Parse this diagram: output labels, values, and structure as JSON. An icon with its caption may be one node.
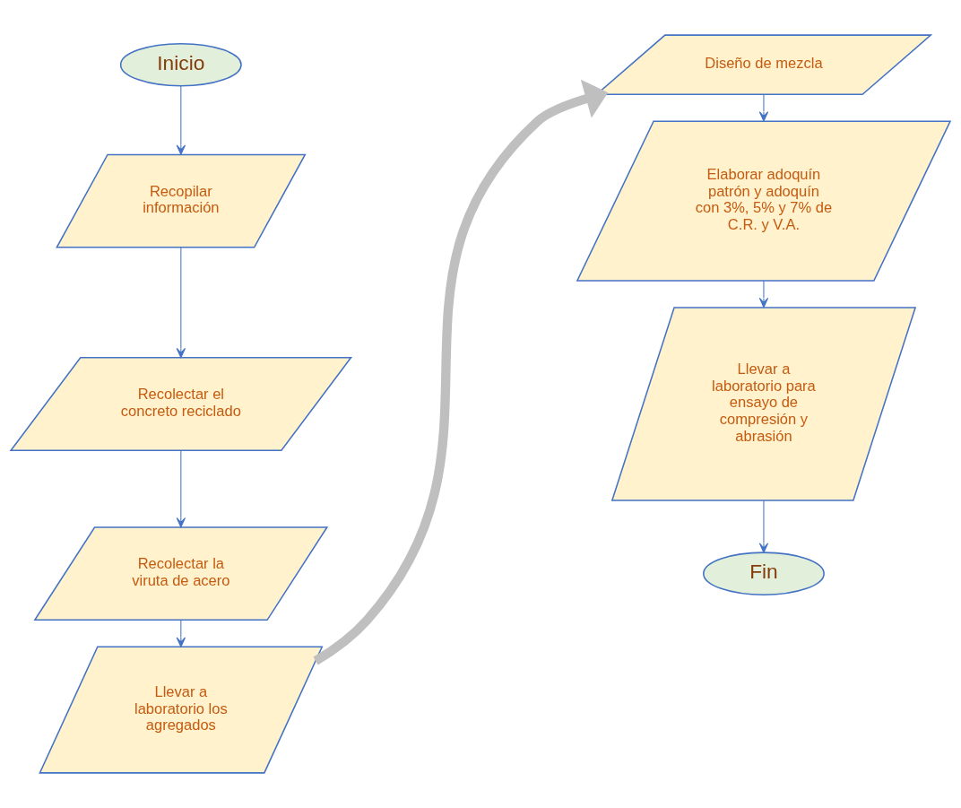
{
  "diagram": {
    "nodes": [
      {
        "text": [
          "Inicio"
        ]
      },
      {
        "text": [
          "Recopilar información"
        ]
      },
      {
        "text": [
          "Recolectar el concreto reciclado"
        ]
      },
      {
        "text": [
          "Recolectar la viruta de acero"
        ]
      },
      {
        "text": [
          "Llevar a laboratorio los agregados"
        ]
      },
      {
        "text": [
          "Diseño de mezcla"
        ]
      },
      {
        "text": [
          "Elaborar adoquín patrón y adoquín con 3%, 5% y 7% de C.R. y V.A."
        ]
      },
      {
        "text": [
          "Llevar a laboratorio para ensayo de compresión y abrasión"
        ]
      },
      {
        "text": [
          "Fin"
        ]
      }
    ],
    "edges": [
      {
        "from": 0,
        "to": 1,
        "arrow": "to"
      },
      {
        "from": 1,
        "to": 2,
        "arrow": "to"
      },
      {
        "from": 2,
        "to": 3,
        "arrow": "to"
      },
      {
        "from": 3,
        "to": 4,
        "arrow": "to"
      },
      {
        "from": 4,
        "to": 5,
        "arrow": "to",
        "style": "thick",
        "color": "#bfbfbf"
      },
      {
        "from": 5,
        "to": 6,
        "arrow": "to"
      },
      {
        "from": 6,
        "to": 7,
        "arrow": "to"
      },
      {
        "from": 7,
        "to": 8,
        "arrow": "to"
      }
    ]
  }
}
